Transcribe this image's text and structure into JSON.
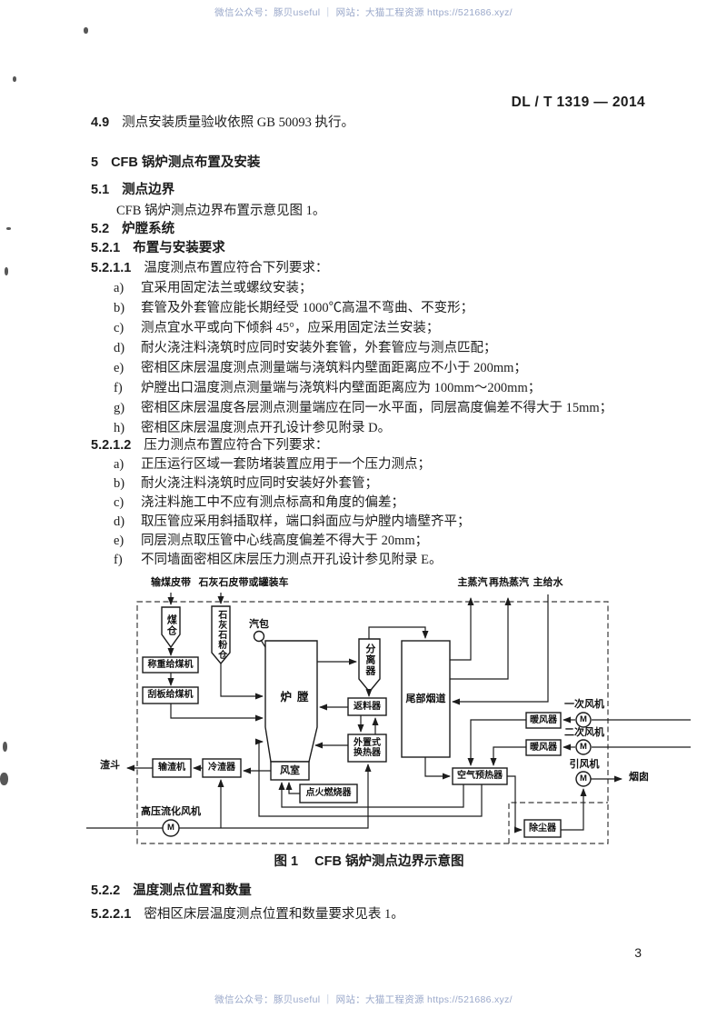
{
  "watermark": {
    "text": "微信公众号：豚贝useful ｜ 网站：大猫工程资源 https://521686.xyz/"
  },
  "header": {
    "standard_number": "DL / T 1319 — 2014"
  },
  "content": {
    "clause_4_9": {
      "num": "4.9",
      "text": "测点安装质量验收依照 GB 50093 执行。"
    },
    "section_5": {
      "num": "5",
      "title": "CFB 锅炉测点布置及安装"
    },
    "section_5_1": {
      "num": "5.1",
      "title": "测点边界"
    },
    "para_5_1": "CFB 锅炉测点边界布置示意见图 1。",
    "section_5_2": {
      "num": "5.2",
      "title": "炉膛系统"
    },
    "section_5_2_1": {
      "num": "5.2.1",
      "title": "布置与安装要求"
    },
    "clause_5_2_1_1": {
      "num": "5.2.1.1",
      "text": "温度测点布置应符合下列要求："
    },
    "temp_items": [
      {
        "num": "a)",
        "text": "宜采用固定法兰或螺纹安装；"
      },
      {
        "num": "b)",
        "text": "套管及外套管应能长期经受 1000℃高温不弯曲、不变形；"
      },
      {
        "num": "c)",
        "text": "测点宜水平或向下倾斜 45°，应采用固定法兰安装；"
      },
      {
        "num": "d)",
        "text": "耐火浇注料浇筑时应同时安装外套管，外套管应与测点匹配；"
      },
      {
        "num": "e)",
        "text": "密相区床层温度测点测量端与浇筑料内壁面距离应不小于 200mm；"
      },
      {
        "num": "f)",
        "text": "炉膛出口温度测点测量端与浇筑料内壁面距离应为 100mm～200mm；"
      },
      {
        "num": "g)",
        "text": "密相区床层温度各层测点测量端应在同一水平面，同层高度偏差不得大于 15mm；"
      },
      {
        "num": "h)",
        "text": "密相区床层温度测点开孔设计参见附录 D。"
      }
    ],
    "clause_5_2_1_2": {
      "num": "5.2.1.2",
      "text": "压力测点布置应符合下列要求："
    },
    "pressure_items": [
      {
        "num": "a)",
        "text": "正压运行区域一套防堵装置应用于一个压力测点；"
      },
      {
        "num": "b)",
        "text": "耐火浇注料浇筑时应同时安装好外套管；"
      },
      {
        "num": "c)",
        "text": "浇注料施工中不应有测点标高和角度的偏差；"
      },
      {
        "num": "d)",
        "text": "取压管应采用斜插取样，端口斜面应与炉膛内墙壁齐平；"
      },
      {
        "num": "e)",
        "text": "同层测点取压管中心线高度偏差不得大于 20mm；"
      },
      {
        "num": "f)",
        "text": "不同墙面密相区床层压力测点开孔设计参见附录 E。"
      }
    ],
    "section_5_2_2": {
      "num": "5.2.2",
      "title": "温度测点位置和数量"
    },
    "clause_5_2_2_1": {
      "num": "5.2.2.1",
      "text": "密相区床层温度测点位置和数量要求见表 1。"
    }
  },
  "figure": {
    "caption_label": "图 1",
    "caption_title": "CFB 锅炉测点边界示意图",
    "labels": {
      "coal_belt": "输煤皮带",
      "limestone_belt": "石灰石皮带或罐装车",
      "main_steam": "主蒸汽",
      "reheat_steam": "再热蒸汽",
      "feedwater": "主给水",
      "slag_hopper": "渣斗",
      "chimney": "烟囱",
      "pa_fan": "一次风机",
      "sa_fan": "二次风机",
      "id_fan": "引风机",
      "hp_fan": "高压流化风机"
    },
    "nodes": {
      "coal_bunker": "煤仓",
      "limestone_bunker": "石灰石粉仓",
      "steam_drum": "汽包",
      "weigh_feeder": "称重给煤机",
      "scraper_feeder": "刮板给煤机",
      "furnace": "炉膛",
      "separator": "分离器",
      "loop_seal": "返料器",
      "ext_hx_line1": "外置式",
      "ext_hx_line2": "换热器",
      "back_pass": "尾部烟道",
      "windbox": "风室",
      "burner": "点火燃烧器",
      "air_preheater": "空气预热器",
      "air_heater": "暖风器",
      "dust_collector": "除尘器",
      "slag_conveyor": "输渣机",
      "slag_cooler": "冷渣器",
      "motor": "M"
    }
  },
  "page_number": "3"
}
